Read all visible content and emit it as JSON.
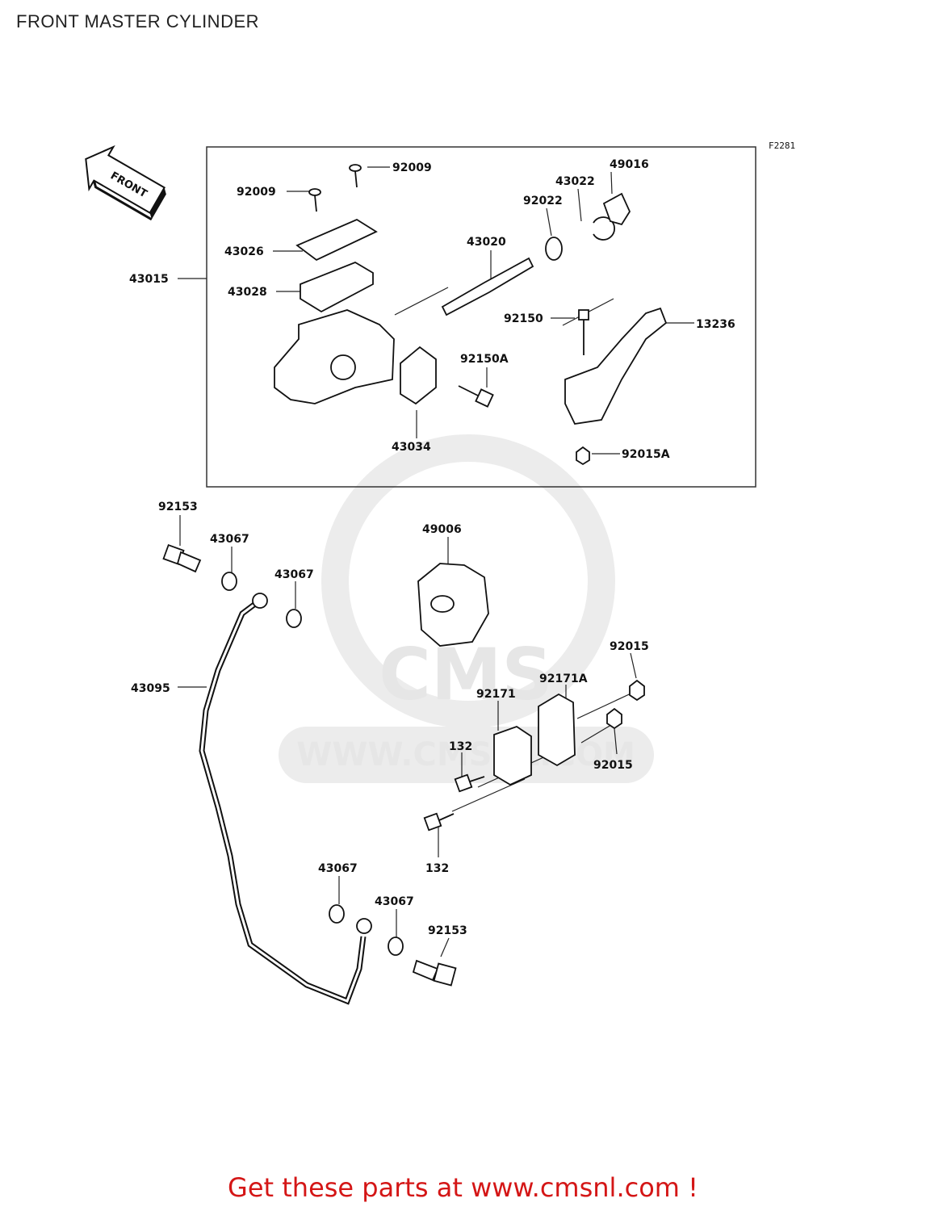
{
  "page": {
    "title": "FRONT MASTER CYLINDER",
    "figure_code": "F2281"
  },
  "diagram": {
    "orientation_marker": "FRONT",
    "watermark": {
      "logo_text": "CMS",
      "url_text": "WWW.CMSNL.COM"
    },
    "callouts": {
      "c92009a": "92009",
      "c92009b": "92009",
      "c49016": "49016",
      "c43022": "43022",
      "c92022": "92022",
      "c43026": "43026",
      "c43020": "43020",
      "c43015": "43015",
      "c43028": "43028",
      "c92150": "92150",
      "c13236": "13236",
      "c92150A": "92150A",
      "c43034": "43034",
      "c92015A": "92015A",
      "c92153a": "92153",
      "c43067a": "43067",
      "c43067b": "43067",
      "c49006": "49006",
      "c92015a": "92015",
      "c43095": "43095",
      "c92171A": "92171A",
      "c92171": "92171",
      "c132a": "132",
      "c92015b": "92015",
      "c132b": "132",
      "c43067c": "43067",
      "c43067d": "43067",
      "c92153b": "92153"
    }
  },
  "footer": {
    "prefix": "Get these parts at ",
    "link_text": "www.cmsnl.com",
    "suffix": " !"
  }
}
